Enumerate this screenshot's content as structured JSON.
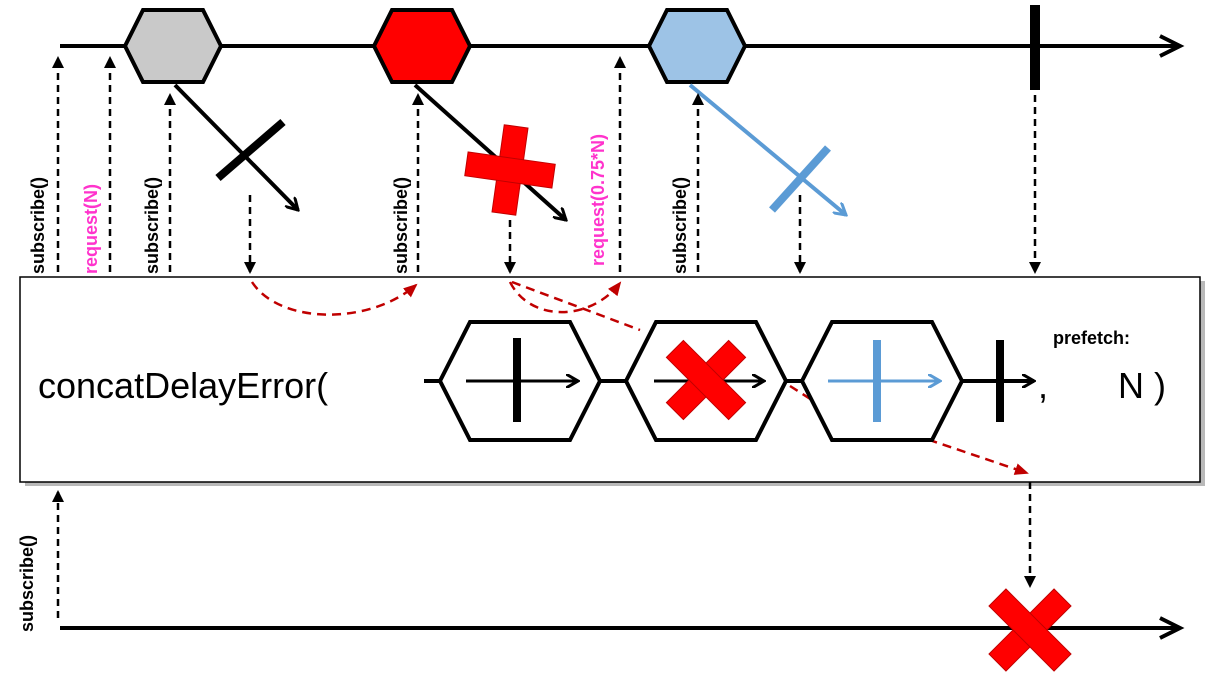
{
  "operator": {
    "name": "concatDelayError(",
    "comma": ",",
    "prefetch_label": "prefetch:",
    "prefetch_value": "N )"
  },
  "labels": {
    "subscribe_top": "subscribe()",
    "request_n": "request(N)",
    "subscribe_inner_gray": "subscribe()",
    "subscribe_inner_red": "subscribe()",
    "request_partial": "request(0.75*N)",
    "subscribe_inner_blue": "subscribe()",
    "subscribe_bottom": "subscribe()"
  },
  "colors": {
    "gray": "#c9c9c9",
    "red": "#ff0000",
    "blue": "#9dc3e6",
    "blue_line": "#5b9bd5",
    "request": "#ff33cc",
    "dashed_red": "#c00000",
    "black": "#000000"
  }
}
